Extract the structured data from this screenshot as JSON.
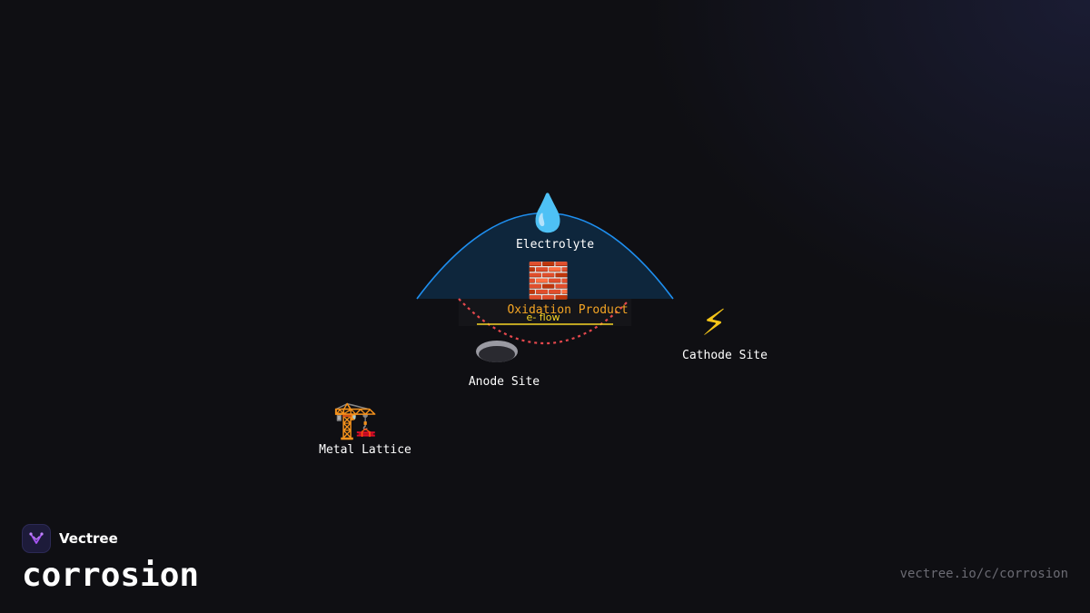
{
  "brand": {
    "name": "Vectree"
  },
  "page": {
    "title": "corrosion",
    "url": "vectree.io/c/corrosion"
  },
  "diagram": {
    "nodes": {
      "electrolyte": {
        "label": "Electrolyte",
        "icon": "water-droplet-icon",
        "glyph": "💧"
      },
      "oxidation_product": {
        "label": "Oxidation Product",
        "icon": "brick-icon",
        "glyph": "🧱"
      },
      "anode_site": {
        "label": "Anode Site",
        "icon": "disc-icon"
      },
      "cathode_site": {
        "label": "Cathode Site",
        "icon": "lightning-icon",
        "glyph": "⚡"
      },
      "metal_lattice": {
        "label": "Metal Lattice",
        "icon": "construction-crane-icon",
        "glyph": "🏗️"
      }
    },
    "flow_label": "e- flow"
  },
  "colors": {
    "background": "#0f0f13",
    "electrolyte_fill": "#0e2a44",
    "electrolyte_stroke": "#1e8ff0",
    "anode_path": "#e5484d",
    "flow_line": "#f5d324",
    "oxidation_label": "#f5a524",
    "brand_accent": "#a855f7"
  }
}
